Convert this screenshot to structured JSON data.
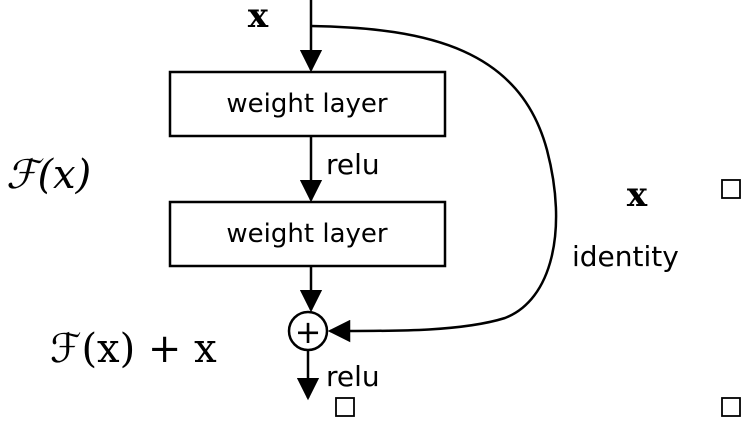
{
  "labels": {
    "input_x": "x",
    "weight_layer_1": "weight layer",
    "weight_layer_2": "weight layer",
    "relu_middle": "relu",
    "relu_bottom": "relu",
    "residual_fn": "ℱ(x)",
    "sum_label": "ℱ(x) + x",
    "skip_x": "x",
    "identity": "identity",
    "plus_symbol": "+"
  }
}
